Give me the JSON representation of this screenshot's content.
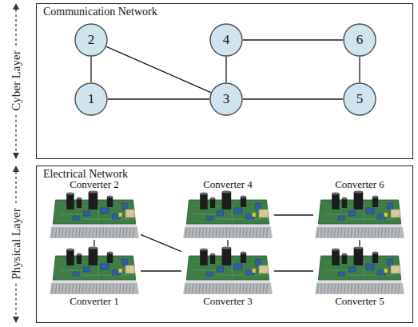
{
  "diagram": {
    "nodes": [
      {
        "text": [
          "Communication Network"
        ]
      },
      {
        "text": [
          "2"
        ],
        "in": 0
      },
      {
        "text": [
          "4"
        ],
        "in": 0
      },
      {
        "text": [
          "6"
        ],
        "in": 0
      },
      {
        "text": [
          "1"
        ],
        "in": 0
      },
      {
        "text": [
          "3"
        ],
        "in": 0
      },
      {
        "text": [
          "5"
        ],
        "in": 0
      },
      {
        "text": [
          "Electrical Network"
        ]
      },
      {
        "text": [
          "Converter 2"
        ],
        "in": 7
      },
      {
        "text": [
          "Converter 4"
        ],
        "in": 7
      },
      {
        "text": [
          "Converter 6"
        ],
        "in": 7
      },
      {
        "text": [
          "Converter 1"
        ],
        "in": 7
      },
      {
        "text": [
          "Converter 3"
        ],
        "in": 7
      },
      {
        "text": [
          "Converter 5"
        ],
        "in": 7
      }
    ],
    "edges": [
      {
        "from": 1,
        "to": 4,
        "arrow": "none"
      },
      {
        "from": 1,
        "to": 5,
        "arrow": "none"
      },
      {
        "from": 4,
        "to": 5,
        "arrow": "none"
      },
      {
        "from": 2,
        "to": 5,
        "arrow": "none"
      },
      {
        "from": 2,
        "to": 3,
        "arrow": "none"
      },
      {
        "from": 3,
        "to": 6,
        "arrow": "none"
      },
      {
        "from": 5,
        "to": 6,
        "arrow": "none"
      },
      {
        "from": 8,
        "to": 11,
        "arrow": "none"
      },
      {
        "from": 8,
        "to": 12,
        "arrow": "none"
      },
      {
        "from": 11,
        "to": 12,
        "arrow": "none"
      },
      {
        "from": 9,
        "to": 12,
        "arrow": "none"
      },
      {
        "from": 9,
        "to": 10,
        "arrow": "none"
      },
      {
        "from": 10,
        "to": 13,
        "arrow": "none"
      },
      {
        "from": 12,
        "to": 13,
        "arrow": "none"
      }
    ],
    "labels": [
      "Cyber Layer",
      "Physical Layer"
    ]
  }
}
